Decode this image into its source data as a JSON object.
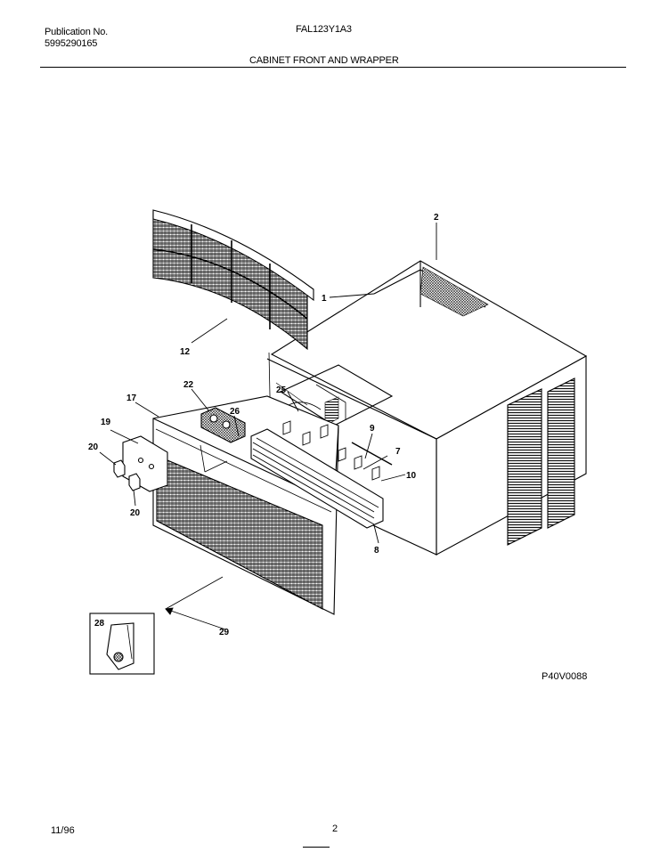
{
  "header": {
    "publication_label": "Publication No.",
    "publication_number": "5995290165",
    "model": "FAL123Y1A3",
    "section_title": "CABINET FRONT AND WRAPPER"
  },
  "callouts": {
    "c1": "1",
    "c2": "2",
    "c7": "7",
    "c8": "8",
    "c9": "9",
    "c10": "10",
    "c12": "12",
    "c17": "17",
    "c19": "19",
    "c20a": "20",
    "c20b": "20",
    "c22": "22",
    "c25": "25",
    "c26": "26",
    "c28": "28",
    "c29": "29"
  },
  "diagram_code": "P40V0088",
  "footer": {
    "date": "11/96",
    "page_number": "2"
  }
}
